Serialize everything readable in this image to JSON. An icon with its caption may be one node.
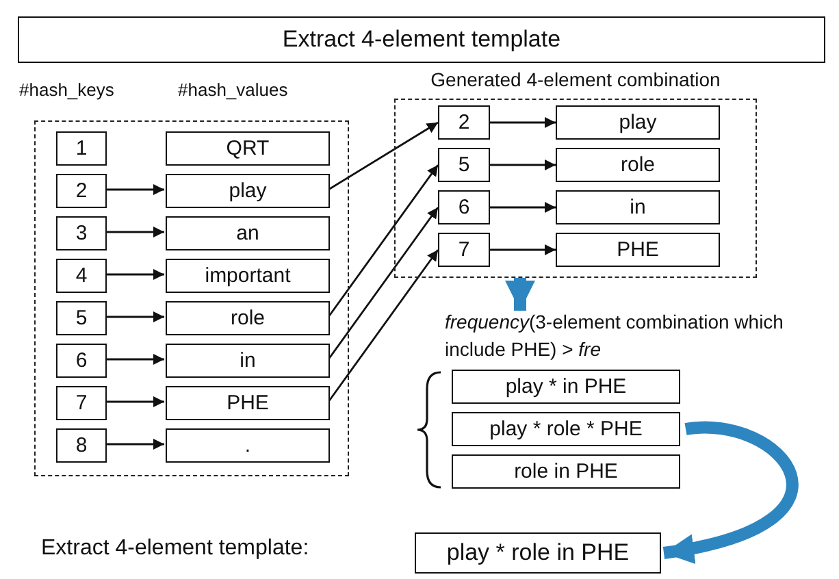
{
  "diagram": {
    "nodes": [
      {
        "text": [
          "Extract 4-element template"
        ]
      },
      {
        "text": [],
        "shape": "box"
      },
      {
        "text": [
          "1"
        ],
        "in": 1
      },
      {
        "text": [
          "2"
        ],
        "in": 1
      },
      {
        "text": [
          "3"
        ],
        "in": 1
      },
      {
        "text": [
          "4"
        ],
        "in": 1
      },
      {
        "text": [
          "5"
        ],
        "in": 1
      },
      {
        "text": [
          "6"
        ],
        "in": 1
      },
      {
        "text": [
          "7"
        ],
        "in": 1
      },
      {
        "text": [
          "8"
        ],
        "in": 1
      },
      {
        "text": [
          "QRT"
        ],
        "in": 1
      },
      {
        "text": [
          "play"
        ],
        "in": 1
      },
      {
        "text": [
          "an"
        ],
        "in": 1
      },
      {
        "text": [
          "important"
        ],
        "in": 1
      },
      {
        "text": [
          "role"
        ],
        "in": 1
      },
      {
        "text": [
          "in"
        ],
        "in": 1
      },
      {
        "text": [
          "PHE"
        ],
        "in": 1
      },
      {
        "text": [
          "."
        ],
        "in": 1
      },
      {
        "text": [
          "Generated 4-element combination"
        ]
      },
      {
        "text": [
          "2"
        ],
        "in": 18
      },
      {
        "text": [
          "5"
        ],
        "in": 18
      },
      {
        "text": [
          "6"
        ],
        "in": 18
      },
      {
        "text": [
          "7"
        ],
        "in": 18
      },
      {
        "text": [
          "play"
        ],
        "in": 18
      },
      {
        "text": [
          "role"
        ],
        "in": 18
      },
      {
        "text": [
          "in"
        ],
        "in": 18
      },
      {
        "text": [
          "PHE"
        ],
        "in": 18
      },
      {
        "text": [
          "*frequency*(3-element combination which include PHE) > *fre*"
        ]
      },
      {
        "text": [
          "play * in PHE"
        ]
      },
      {
        "text": [
          "play * role * PHE"
        ]
      },
      {
        "text": [
          "role in PHE"
        ]
      },
      {
        "text": [
          "play * role in PHE"
        ]
      }
    ],
    "edges": [
      {
        "from": 3,
        "to": 11,
        "arrow": "to"
      },
      {
        "from": 4,
        "to": 12,
        "arrow": "to"
      },
      {
        "from": 5,
        "to": 13,
        "arrow": "to"
      },
      {
        "from": 6,
        "to": 14,
        "arrow": "to"
      },
      {
        "from": 7,
        "to": 15,
        "arrow": "to"
      },
      {
        "from": 8,
        "to": 16,
        "arrow": "to"
      },
      {
        "from": 9,
        "to": 17,
        "arrow": "to"
      },
      {
        "from": 11,
        "to": 19,
        "arrow": "to"
      },
      {
        "from": 14,
        "to": 20,
        "arrow": "to"
      },
      {
        "from": 15,
        "to": 21,
        "arrow": "to"
      },
      {
        "from": 16,
        "to": 22,
        "arrow": "to"
      },
      {
        "from": 19,
        "to": 23,
        "arrow": "to"
      },
      {
        "from": 20,
        "to": 24,
        "arrow": "to"
      },
      {
        "from": 21,
        "to": 25,
        "arrow": "to"
      },
      {
        "from": 22,
        "to": 26,
        "arrow": "to"
      },
      {
        "from": 18,
        "to": 27,
        "arrow": "to",
        "style": "thick",
        "color": "#2e86c1"
      },
      {
        "from": 29,
        "to": 31,
        "arrow": "to",
        "style": "thick",
        "color": "#2e86c1"
      }
    ],
    "labels": [
      "#hash_keys",
      "#hash_values",
      "Extract 4-element template:"
    ]
  }
}
